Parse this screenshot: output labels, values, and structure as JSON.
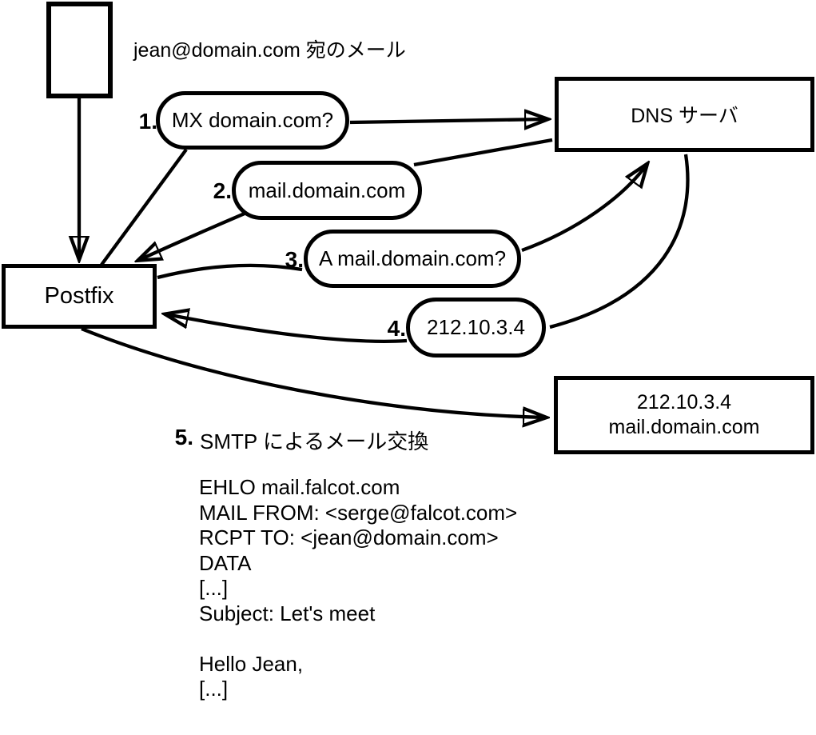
{
  "title_note": "jean@domain.com 宛のメール",
  "nodes": {
    "postfix": "Postfix",
    "dns_server": "DNS サーバ",
    "mail_server_ip": "212.10.3.4",
    "mail_server_host": "mail.domain.com"
  },
  "steps": [
    {
      "num": "1.",
      "label": "MX domain.com?"
    },
    {
      "num": "2.",
      "label": "mail.domain.com"
    },
    {
      "num": "3.",
      "label": "A mail.domain.com?"
    },
    {
      "num": "4.",
      "label": "212.10.3.4"
    },
    {
      "num": "5.",
      "label": "SMTP によるメール交換"
    }
  ],
  "smtp_session": {
    "lines": [
      "EHLO mail.falcot.com",
      "MAIL FROM: <serge@falcot.com>",
      "RCPT TO: <jean@domain.com>",
      "DATA",
      "[...]",
      "Subject: Let's meet",
      "",
      "Hello Jean,",
      "[...]",
      "",
      "."
    ]
  },
  "colors": {
    "stroke": "#000000",
    "background": "#ffffff"
  }
}
